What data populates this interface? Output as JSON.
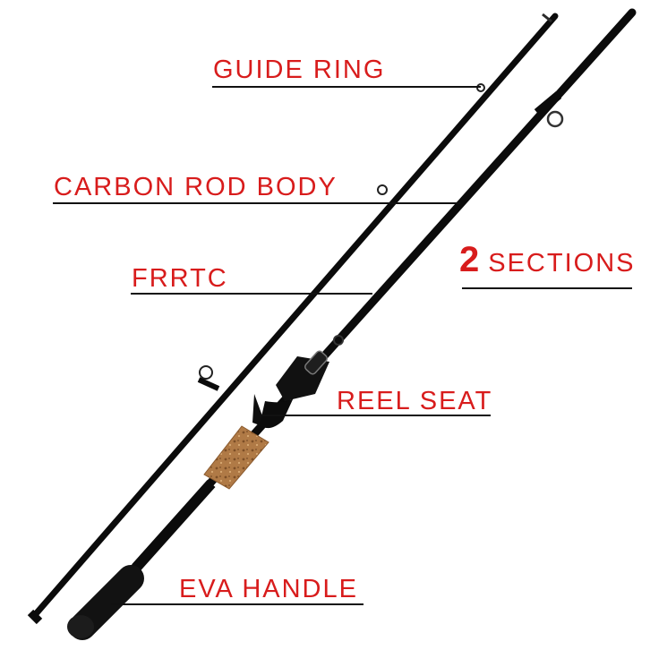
{
  "labels": {
    "guide_ring": "GUIDE RING",
    "carbon_rod_body": "CARBON ROD BODY",
    "frrtc": "FRRTC",
    "sections_number": "2",
    "sections_word": "SECTIONS",
    "reel_seat": "REEL SEAT",
    "eva_handle": "EVA HANDLE"
  },
  "colors": {
    "label_text": "#d81c1c",
    "leader_line": "#111111",
    "rod_blank": "#0b0b0b",
    "cork_grip": "#b07a46",
    "eva_foam": "#121212",
    "background": "#ffffff"
  }
}
